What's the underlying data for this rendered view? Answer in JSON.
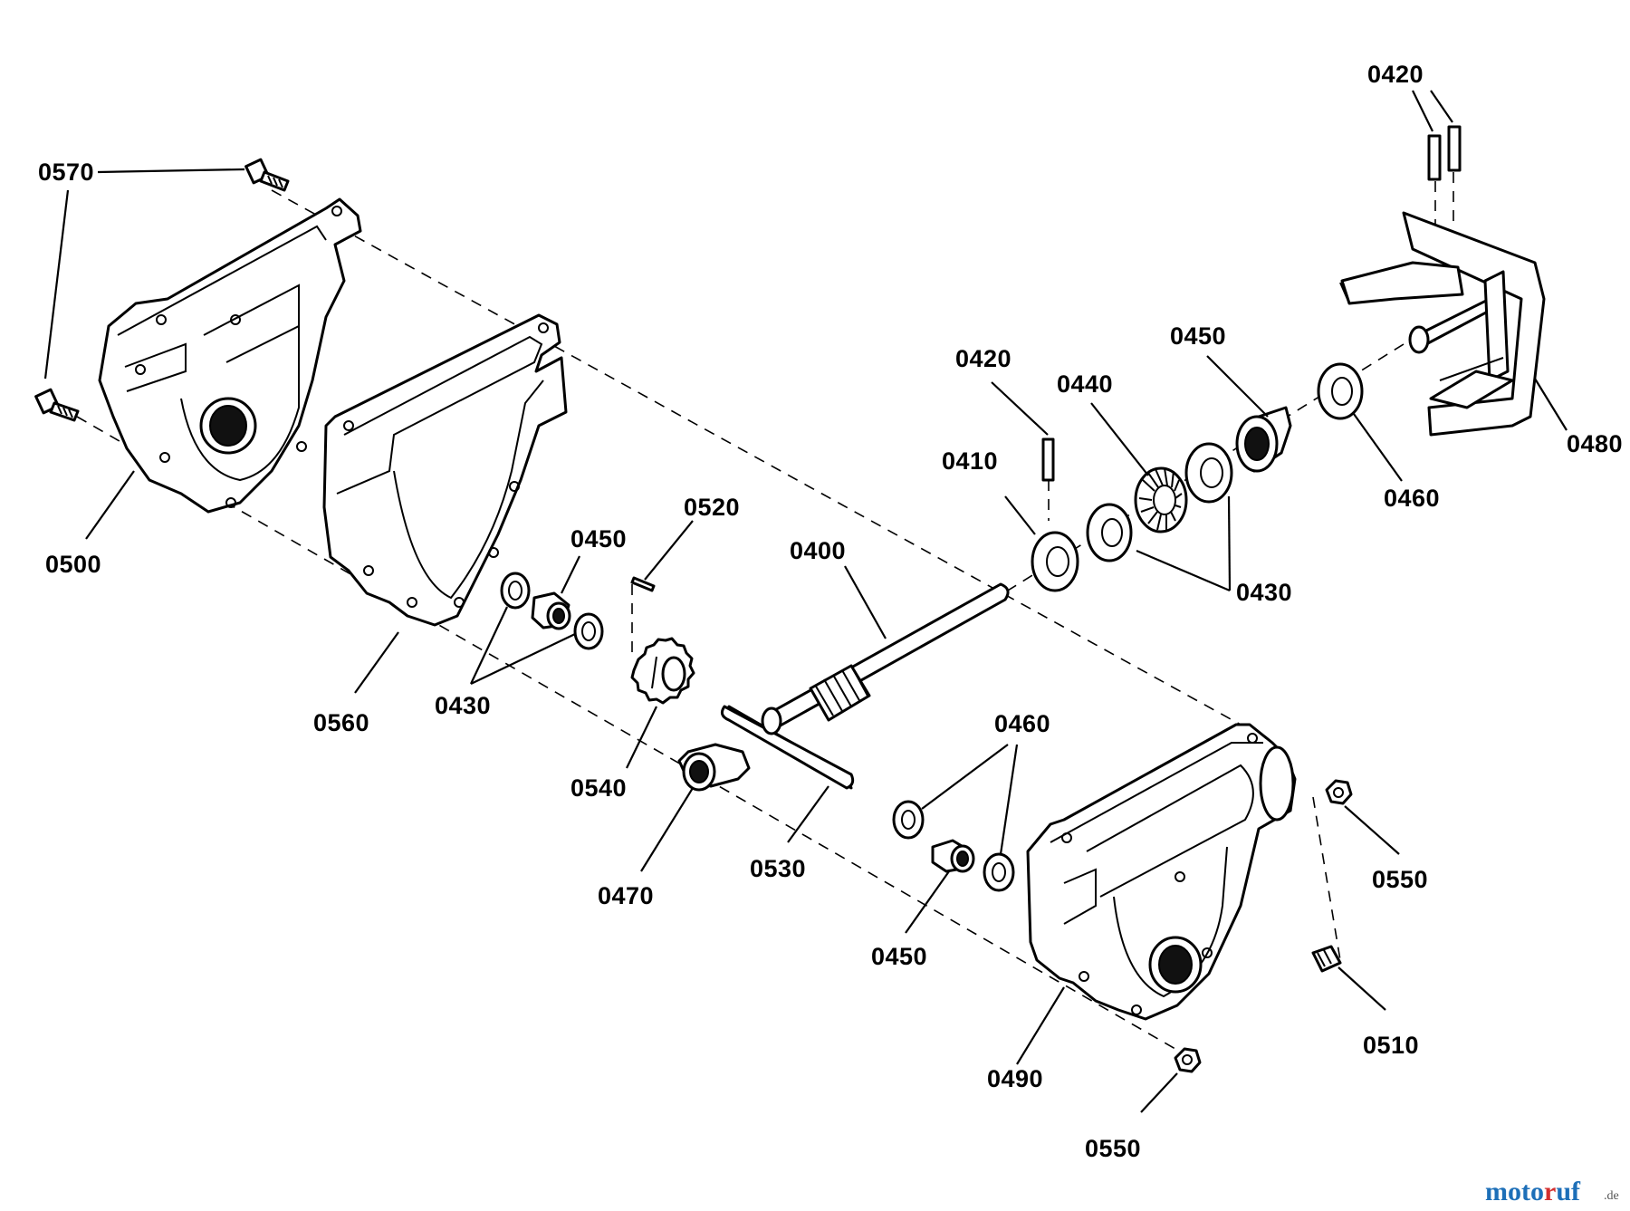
{
  "labels": {
    "p0570": "0570",
    "p0500": "0500",
    "p0560": "0560",
    "p0430_left": "0430",
    "p0450_left": "0450",
    "p0520": "0520",
    "p0540": "0540",
    "p0470": "0470",
    "p0530": "0530",
    "p0400": "0400",
    "p0460_mid": "0460",
    "p0450_mid": "0450",
    "p0490": "0490",
    "p0550_bottom": "0550",
    "p0550_right": "0550",
    "p0510": "0510",
    "p0410": "0410",
    "p0420_mid": "0420",
    "p0440": "0440",
    "p0450_right": "0450",
    "p0430_right": "0430",
    "p0460_right": "0460",
    "p0480": "0480",
    "p0420_top": "0420"
  },
  "watermark": {
    "brand": "motoruf",
    "suffix": ".de",
    "color_primary": "#1d6fb8",
    "color_secondary": "#d32f2f"
  }
}
